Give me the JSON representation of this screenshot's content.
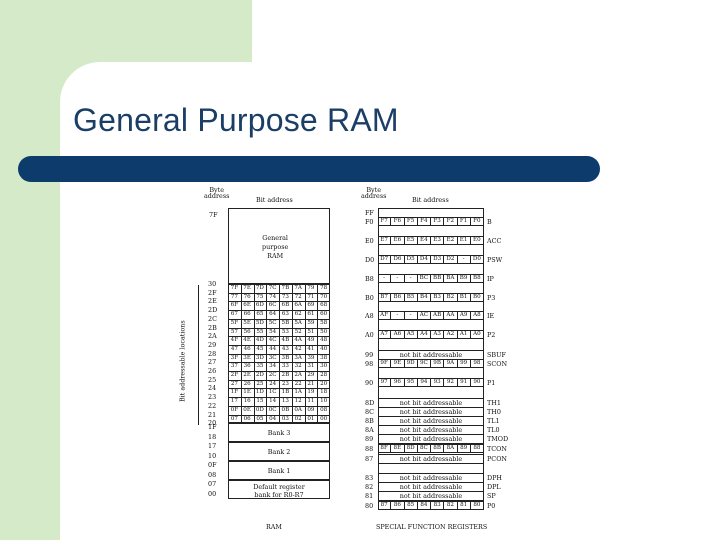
{
  "slide": {
    "title": "General Purpose RAM"
  },
  "ram": {
    "byte_address_header": "Byte\naddress",
    "bit_address_header": "Bit address",
    "top_address": "7F",
    "general_purpose_label": "General\npurpose\nRAM",
    "bit_addressable_label": "Bit addressable locations",
    "bit_rows": [
      {
        "addr": "30",
        "bits": []
      },
      {
        "addr": "2F",
        "bits": [
          "7F",
          "7E",
          "7D",
          "7C",
          "7B",
          "7A",
          "79",
          "78"
        ]
      },
      {
        "addr": "2E",
        "bits": [
          "77",
          "76",
          "75",
          "74",
          "73",
          "72",
          "71",
          "70"
        ]
      },
      {
        "addr": "2D",
        "bits": [
          "6F",
          "6E",
          "6D",
          "6C",
          "6B",
          "6A",
          "69",
          "68"
        ]
      },
      {
        "addr": "2C",
        "bits": [
          "67",
          "66",
          "65",
          "64",
          "63",
          "62",
          "61",
          "60"
        ]
      },
      {
        "addr": "2B",
        "bits": [
          "5F",
          "5E",
          "5D",
          "5C",
          "5B",
          "5A",
          "59",
          "58"
        ]
      },
      {
        "addr": "2A",
        "bits": [
          "57",
          "56",
          "55",
          "54",
          "53",
          "52",
          "51",
          "50"
        ]
      },
      {
        "addr": "29",
        "bits": [
          "4F",
          "4E",
          "4D",
          "4C",
          "4B",
          "4A",
          "49",
          "48"
        ]
      },
      {
        "addr": "28",
        "bits": [
          "47",
          "46",
          "45",
          "44",
          "43",
          "42",
          "41",
          "40"
        ]
      },
      {
        "addr": "27",
        "bits": [
          "3F",
          "3E",
          "3D",
          "3C",
          "3B",
          "3A",
          "39",
          "38"
        ]
      },
      {
        "addr": "26",
        "bits": [
          "37",
          "36",
          "35",
          "34",
          "33",
          "32",
          "31",
          "30"
        ]
      },
      {
        "addr": "25",
        "bits": [
          "2F",
          "2E",
          "2D",
          "2C",
          "2B",
          "2A",
          "29",
          "28"
        ]
      },
      {
        "addr": "24",
        "bits": [
          "27",
          "26",
          "25",
          "24",
          "23",
          "22",
          "21",
          "20"
        ]
      },
      {
        "addr": "23",
        "bits": [
          "1F",
          "1E",
          "1D",
          "1C",
          "1B",
          "1A",
          "19",
          "18"
        ]
      },
      {
        "addr": "22",
        "bits": [
          "17",
          "16",
          "15",
          "14",
          "13",
          "12",
          "11",
          "10"
        ]
      },
      {
        "addr": "21",
        "bits": [
          "0F",
          "0E",
          "0D",
          "0C",
          "0B",
          "0A",
          "09",
          "08"
        ]
      },
      {
        "addr": "20",
        "bits": [
          "07",
          "06",
          "05",
          "04",
          "03",
          "02",
          "01",
          "00"
        ]
      }
    ],
    "bank_rows": [
      {
        "addrs": [
          "1F",
          "18"
        ],
        "label": "Bank 3"
      },
      {
        "addrs": [
          "17",
          "10"
        ],
        "label": "Bank 2"
      },
      {
        "addrs": [
          "0F",
          "08"
        ],
        "label": "Bank 1"
      },
      {
        "addrs": [
          "07",
          "00"
        ],
        "label": "Default register\nbank for R0-R7"
      }
    ],
    "caption": "RAM"
  },
  "sfr": {
    "byte_address_header": "Byte\naddress",
    "bit_address_header": "Bit address",
    "ff_label": "FF",
    "rows": [
      {
        "addr": "F0",
        "bits": [
          "F7",
          "F6",
          "F5",
          "F4",
          "F3",
          "F2",
          "F1",
          "F0"
        ],
        "name": "B"
      },
      {
        "addr": "E0",
        "bits": [
          "E7",
          "E6",
          "E5",
          "E4",
          "E3",
          "E2",
          "E1",
          "E0"
        ],
        "name": "ACC"
      },
      {
        "addr": "D0",
        "bits": [
          "D7",
          "D6",
          "D5",
          "D4",
          "D3",
          "D2",
          "-",
          "D0"
        ],
        "name": "PSW"
      },
      {
        "addr": "B8",
        "bits": [
          "-",
          "-",
          "-",
          "BC",
          "BB",
          "BA",
          "B9",
          "B8"
        ],
        "name": "IP"
      },
      {
        "addr": "B0",
        "bits": [
          "B7",
          "B6",
          "B5",
          "B4",
          "B3",
          "B2",
          "B1",
          "B0"
        ],
        "name": "P3"
      },
      {
        "addr": "A8",
        "bits": [
          "AF",
          "-",
          "-",
          "AC",
          "AB",
          "AA",
          "A9",
          "A8"
        ],
        "name": "IE"
      },
      {
        "addr": "A0",
        "bits": [
          "A7",
          "A6",
          "A5",
          "A4",
          "A3",
          "A2",
          "A1",
          "A0"
        ],
        "name": "P2"
      },
      {
        "addr": "99",
        "text": "not bit addressable",
        "name": "SBUF"
      },
      {
        "addr": "98",
        "bits": [
          "9F",
          "9E",
          "9D",
          "9C",
          "9B",
          "9A",
          "99",
          "98"
        ],
        "name": "SCON"
      },
      {
        "addr": "90",
        "bits": [
          "97",
          "96",
          "95",
          "94",
          "93",
          "92",
          "91",
          "90"
        ],
        "name": "P1"
      },
      {
        "addr": "8D",
        "text": "not bit addressable",
        "name": "TH1"
      },
      {
        "addr": "8C",
        "text": "not bit addressable",
        "name": "TH0"
      },
      {
        "addr": "8B",
        "text": "not bit addressable",
        "name": "TL1"
      },
      {
        "addr": "8A",
        "text": "not bit addressable",
        "name": "TL0"
      },
      {
        "addr": "89",
        "text": "not bit addressable",
        "name": "TMOD"
      },
      {
        "addr": "88",
        "bits": [
          "8F",
          "8E",
          "8D",
          "8C",
          "8B",
          "8A",
          "89",
          "88"
        ],
        "name": "TCON"
      },
      {
        "addr": "87",
        "text": "not bit addressable",
        "name": "PCON"
      },
      {
        "addr": "83",
        "text": "not bit addressable",
        "name": "DPH"
      },
      {
        "addr": "82",
        "text": "not bit addressable",
        "name": "DPL"
      },
      {
        "addr": "81",
        "text": "not bit addressable",
        "name": "SP"
      },
      {
        "addr": "80",
        "bits": [
          "87",
          "86",
          "85",
          "84",
          "83",
          "82",
          "81",
          "80"
        ],
        "name": "P0"
      }
    ],
    "caption": "SPECIAL FUNCTION REGISTERS"
  }
}
